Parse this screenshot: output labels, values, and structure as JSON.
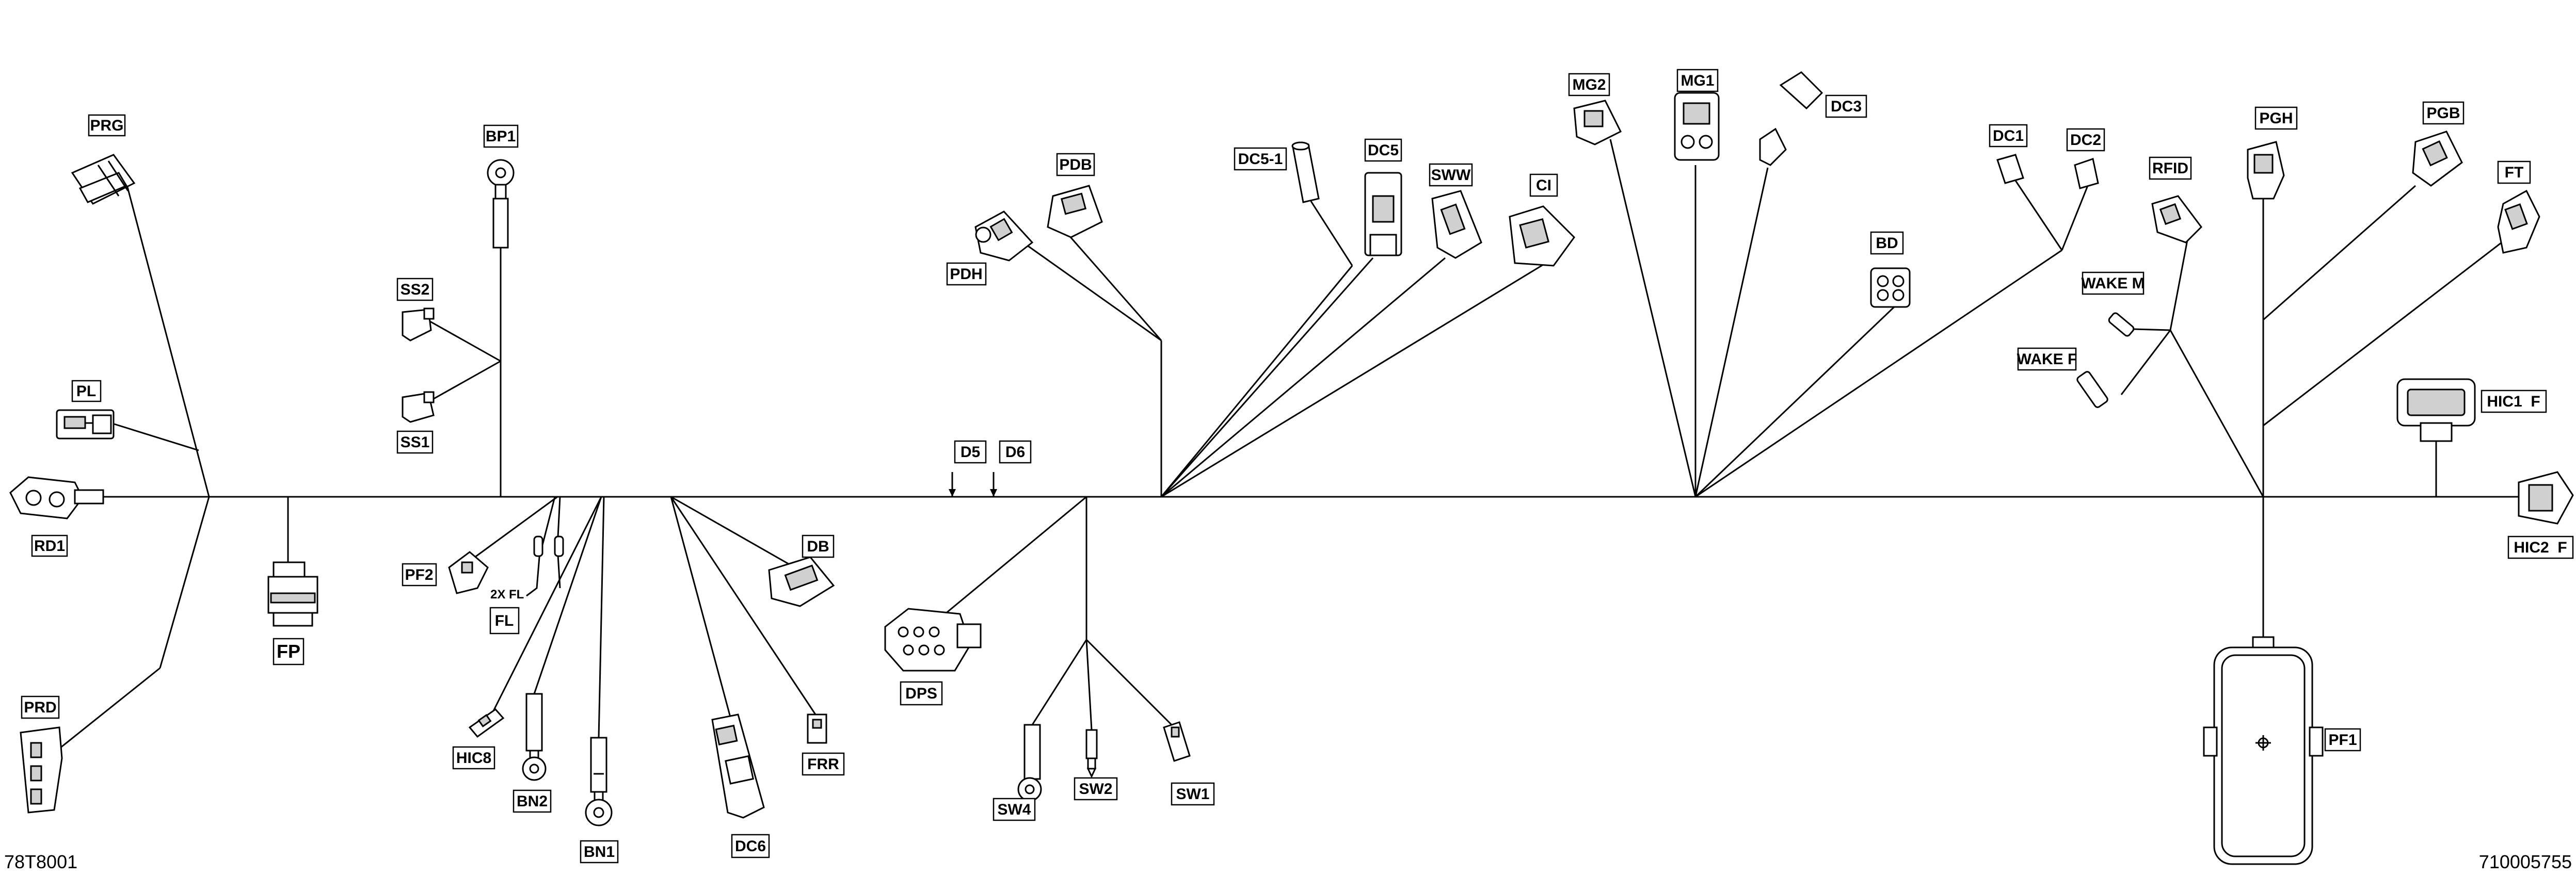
{
  "labels": {
    "PRG": "PRG",
    "PL": "PL",
    "RD1": "RD1",
    "PRD": "PRD",
    "FP": "FP",
    "BP1": "BP1",
    "SS2": "SS2",
    "SS1": "SS1",
    "PF2": "PF2",
    "FL": "FL",
    "FL_QTY": "2X FL",
    "HIC8": "HIC8",
    "BN2": "BN2",
    "BN1": "BN1",
    "DC6": "DC6",
    "DB": "DB",
    "FRR": "FRR",
    "D5": "D5",
    "D6": "D6",
    "PDH": "PDH",
    "PDB": "PDB",
    "DPS": "DPS",
    "SW4": "SW4",
    "SW2": "SW2",
    "SW1": "SW1",
    "DC5_1": "DC5-1",
    "DC5": "DC5",
    "SWW": "SWW",
    "CI": "CI",
    "MG2": "MG2",
    "MG1": "MG1",
    "DC3": "DC3",
    "BD": "BD",
    "DC1": "DC1",
    "DC2": "DC2",
    "WAKE_M": "WAKE M",
    "WAKE_F": "WAKE F",
    "RFID": "RFID",
    "PGH": "PGH",
    "PGB": "PGB",
    "FT": "FT",
    "HIC1_F": "HIC1  F",
    "HIC2_F": "HIC2  F",
    "PF1": "PF1"
  },
  "footer": {
    "left_code": "78T8001",
    "right_code": "710005755"
  }
}
